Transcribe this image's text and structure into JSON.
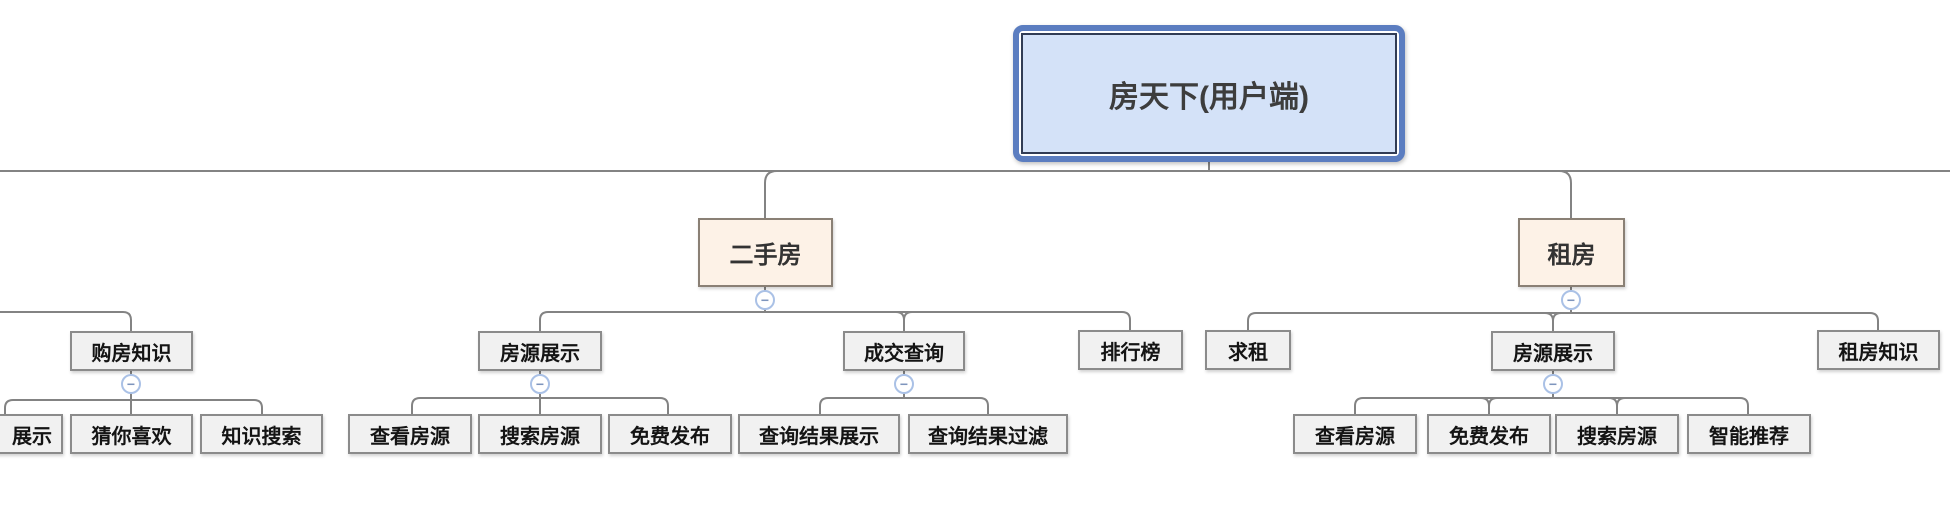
{
  "ui": {
    "collapse_glyph": "−"
  },
  "colors": {
    "root_fill": "#d4e2f8",
    "root_outer_border": "#5b7dc0",
    "root_inner_border": "#313c55",
    "branch_fill": "#fdf2e7",
    "branch_border": "#8a8075",
    "node_fill": "#f1f1f1",
    "node_border": "#8b8b8b",
    "connector_line": "#838383",
    "collapse_circle_border": "#aac1e6",
    "collapse_minus": "#7e95bd"
  },
  "mindmap": {
    "root": "房天下(用户端)",
    "left_branch": {
      "topic": "购房知识",
      "children": [
        "展示",
        "猜你喜欢",
        "知识搜索"
      ]
    },
    "second_hand": {
      "topic": "二手房",
      "children": [
        {
          "topic": "房源展示",
          "children": [
            "查看房源",
            "搜索房源",
            "免费发布"
          ]
        },
        {
          "topic": "成交查询",
          "children": [
            "查询结果展示",
            "查询结果过滤"
          ]
        },
        {
          "topic": "排行榜",
          "children": []
        }
      ]
    },
    "rental": {
      "topic": "租房",
      "children": [
        {
          "topic": "求租",
          "children": []
        },
        {
          "topic": "房源展示",
          "children": [
            "查看房源",
            "免费发布",
            "搜索房源",
            "智能推荐"
          ]
        },
        {
          "topic": "租房知识",
          "children": []
        }
      ]
    }
  }
}
